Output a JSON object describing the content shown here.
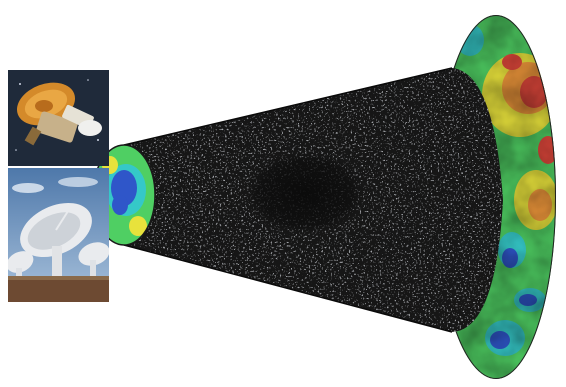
{
  "figure": {
    "colors": {
      "background": "#ffffff",
      "cone_dark": "#161616",
      "cone_texture": "#9aa0a6",
      "void_region": "#0d0d0d",
      "map_green": "#4fcf63",
      "map_yellow": "#e8e23c",
      "map_orange": "#f39a3c",
      "map_red": "#e2483c",
      "map_blue": "#2f56c9",
      "map_cyan": "#35c8c8",
      "satellite_gold": "#d48a2a",
      "space_background": "#1f2a3a",
      "sky_blue": "#5f86b5",
      "antenna_white": "#e9ebee",
      "ground_brown": "#6d4a32"
    },
    "elements": {
      "cone": "textured-cone",
      "near_map": "small-cmb-map-disk",
      "far_map": "large-cmb-map-disk",
      "void": "dark-void-region",
      "inset_top": "satellite-photo",
      "inset_bottom": "radio-telescope-photo"
    }
  }
}
